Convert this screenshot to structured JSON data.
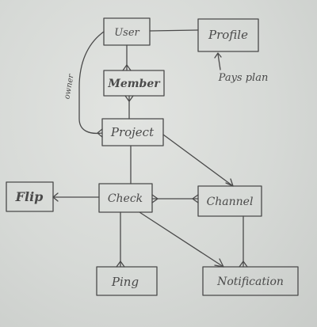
{
  "diagram": {
    "entities": [
      {
        "id": "user",
        "label": "User"
      },
      {
        "id": "profile",
        "label": "Profile"
      },
      {
        "id": "member",
        "label": "Member"
      },
      {
        "id": "project",
        "label": "Project"
      },
      {
        "id": "flip",
        "label": "Flip"
      },
      {
        "id": "check",
        "label": "Check"
      },
      {
        "id": "channel",
        "label": "Channel"
      },
      {
        "id": "ping",
        "label": "Ping"
      },
      {
        "id": "notification",
        "label": "Notification"
      }
    ],
    "annotations": {
      "owner": "owner",
      "pays_plan": "Pays plan"
    },
    "colors": {
      "ink": "#4a4a4a",
      "paper": "#d8dbd8"
    }
  }
}
